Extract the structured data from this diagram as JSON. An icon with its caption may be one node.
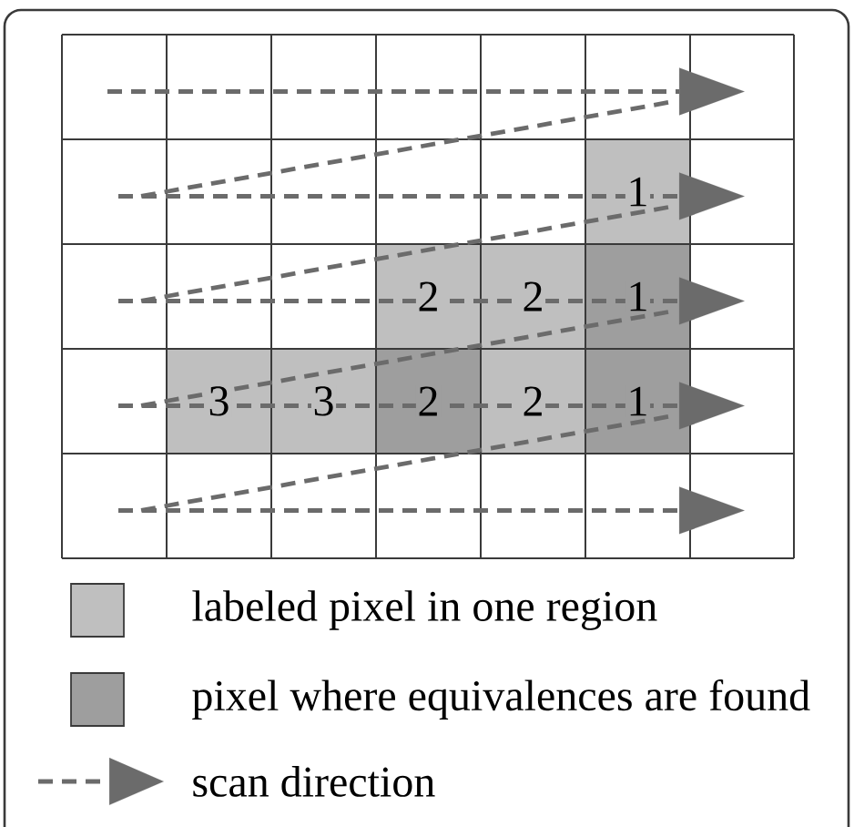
{
  "diagram": {
    "labels": [
      "1",
      "2",
      "2",
      "1",
      "3",
      "3",
      "2",
      "2",
      "1"
    ],
    "legend": [
      {
        "text": "labeled pixel in one region",
        "color": "#bfbfbf"
      },
      {
        "text": "pixel where equivalences are found",
        "color": "#9e9e9e"
      },
      {
        "text": "scan direction"
      }
    ]
  }
}
